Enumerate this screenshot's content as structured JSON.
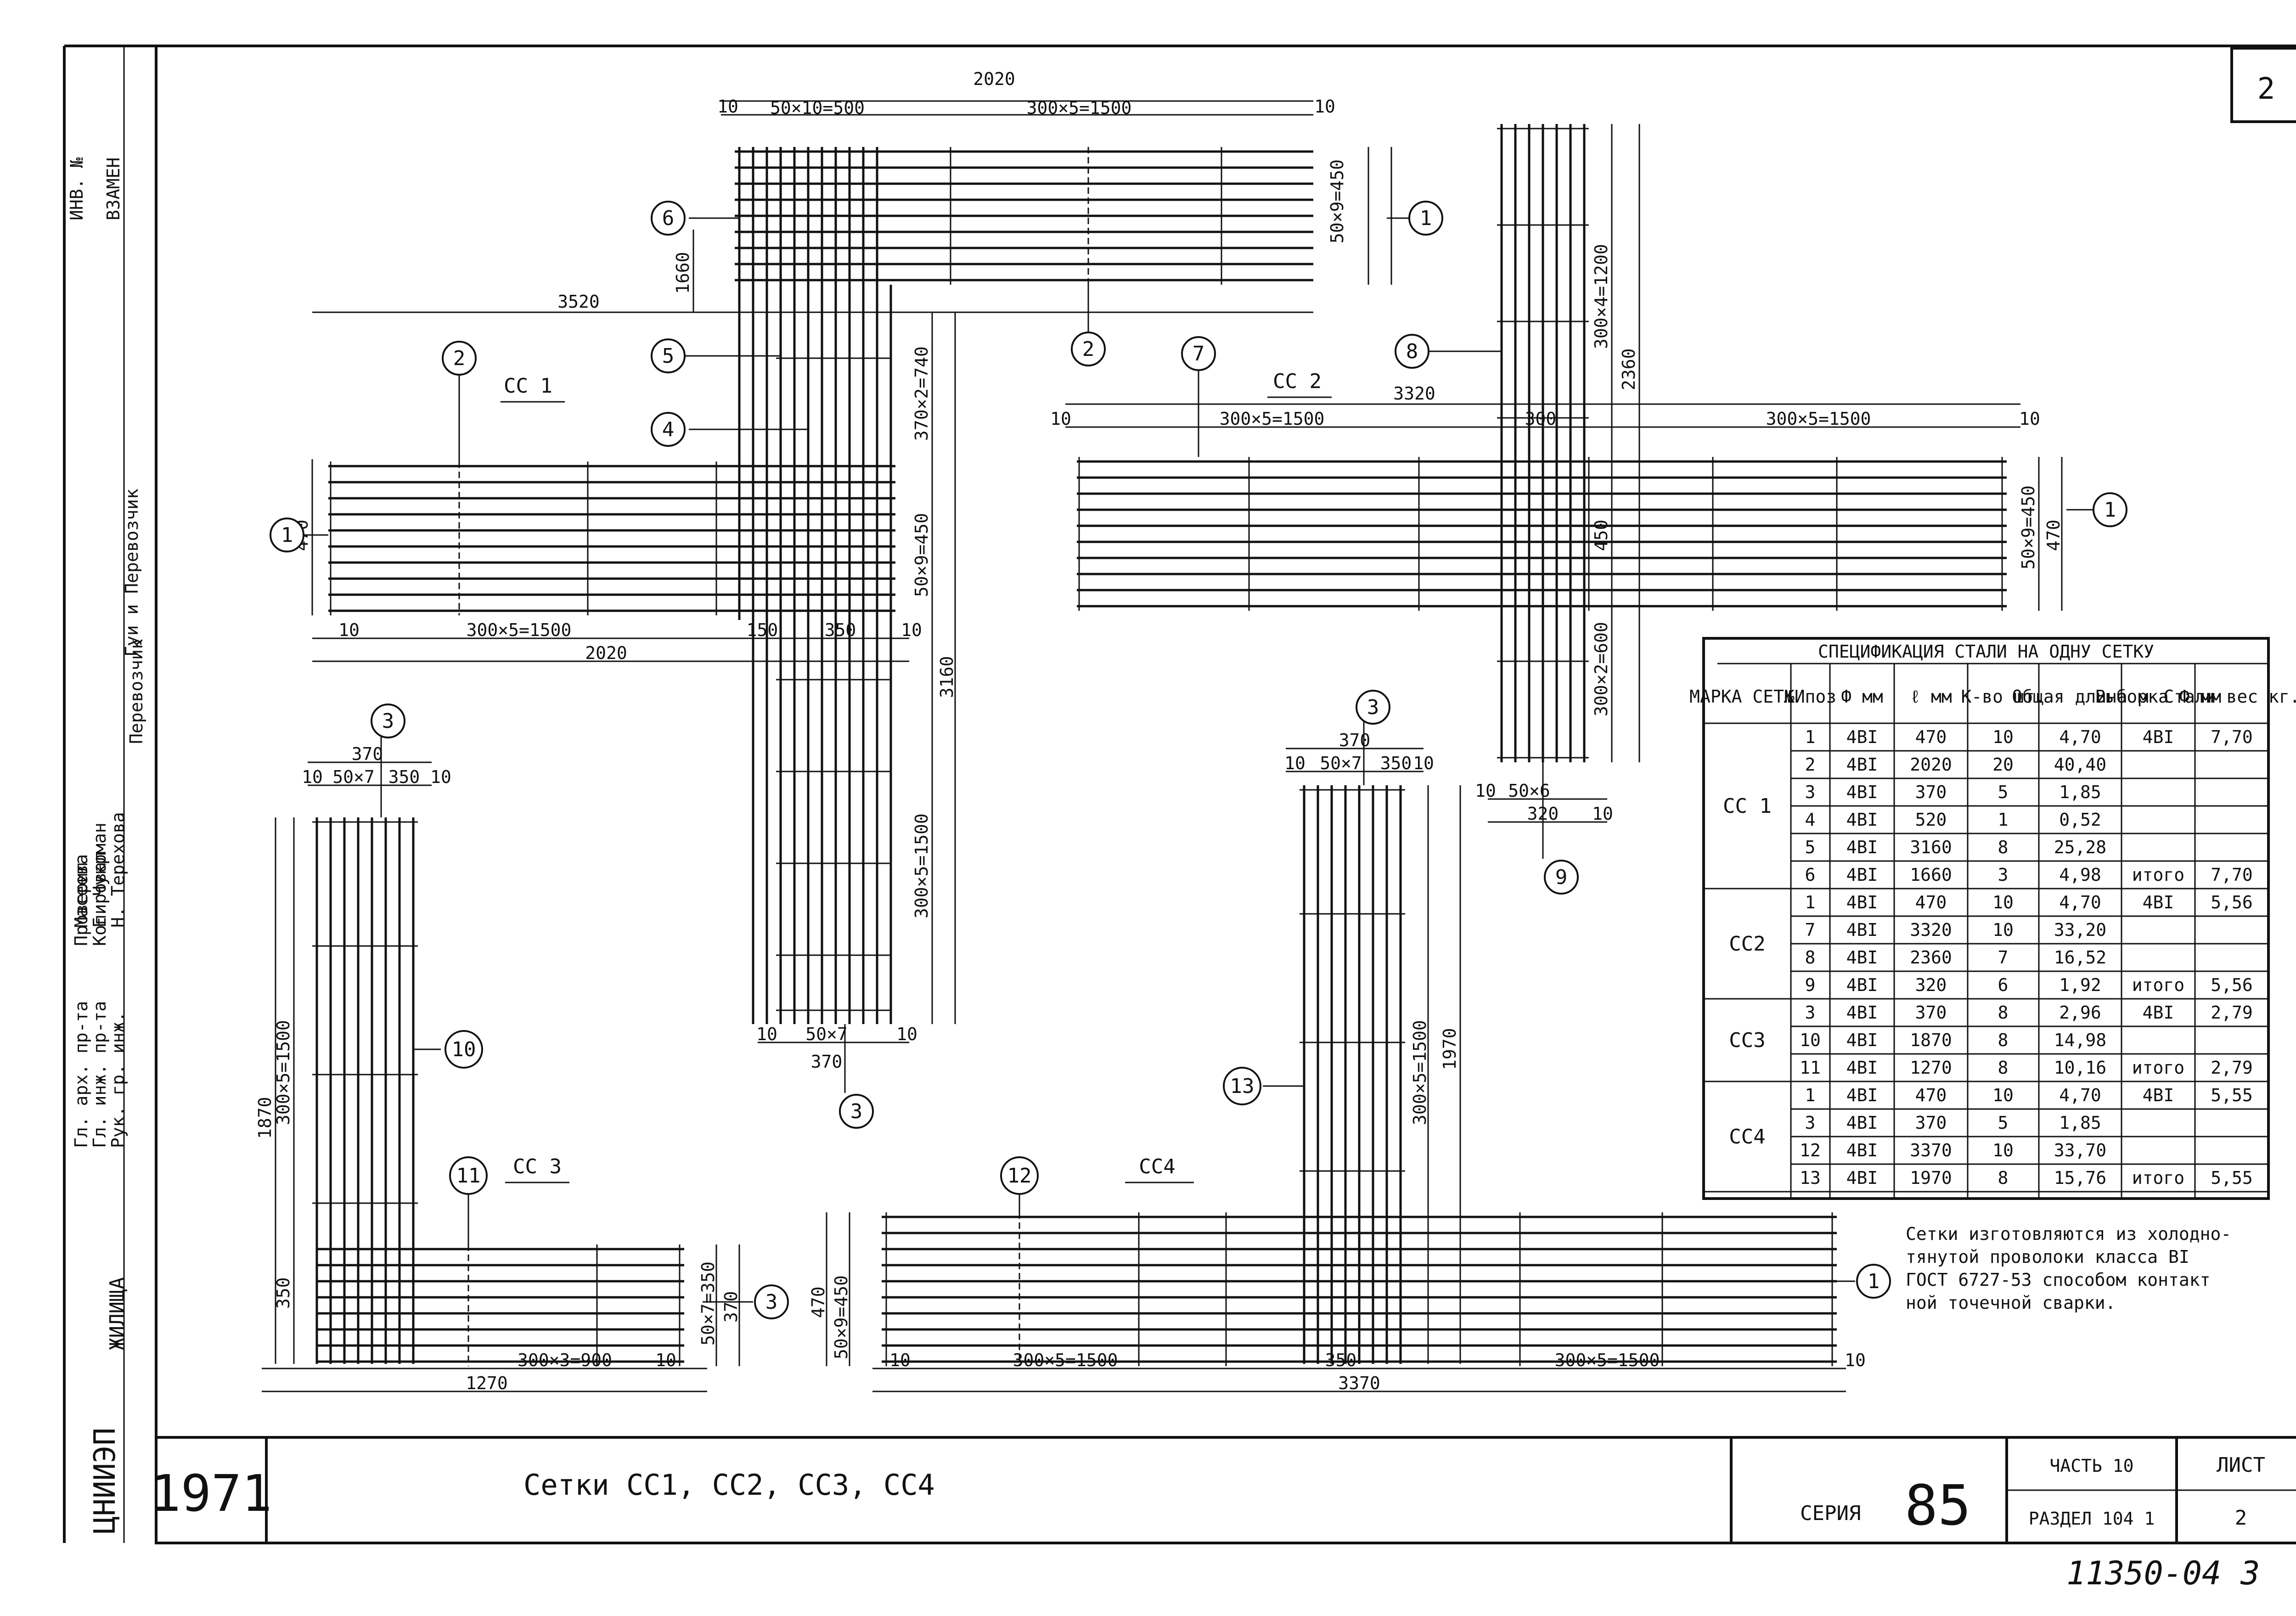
{
  "sheet_number": "2",
  "stamp_year": "1971",
  "stamp_org": "ЦНИИЭП",
  "stamp_org_sub": "ЖИЛИЩА",
  "drawing_title": "Сетки СС1, СС2, СС3, СС4",
  "series_label": "СЕРИЯ",
  "series_number": "85",
  "part_label": "ЧАСТЬ 10",
  "section_label": "РАЗДЕЛ 104 1",
  "sheet_label": "ЛИСТ",
  "sheet_value": "2",
  "archive_number": "11350-04 3",
  "left_strip": {
    "inv_label": "ИНВ. №",
    "replace_label": "ВЗАМЕН",
    "roles": [
      "Гл. арх. пр-та",
      "Гл. инж. пр-та",
      "Рук. гр. инж.",
      "Проверил",
      "Копировал"
    ],
    "names": [
      "Масеева",
      "Е. Чукрман",
      "Н. Терехова",
      "Перевозчик"
    ],
    "stamp_extra": "Гуи и Перевозчик"
  },
  "meshes": {
    "cc1": {
      "name": "СС 1",
      "dims": [
        "2020",
        "50×10=500",
        "300×5=1500",
        "3520",
        "1660",
        "470",
        "50×9=450",
        "370×2=740",
        "50×9=450",
        "3160",
        "300×5=1500",
        "300×5=1500",
        "2020",
        "150",
        "350",
        "50×7",
        "370"
      ]
    },
    "cc2": {
      "name": "СС 2",
      "dims": [
        "3320",
        "300×5=1500",
        "300",
        "300×5=1500",
        "300×4=1200",
        "2360",
        "450",
        "300×2=600",
        "50×9=450",
        "470",
        "50×6",
        "320"
      ]
    },
    "cc3": {
      "name": "СС 3",
      "dims": [
        "370",
        "50×7",
        "350",
        "300×5=1500",
        "1870",
        "350",
        "300×3=900",
        "1270",
        "50×7=350",
        "370"
      ]
    },
    "cc4": {
      "name": "СС4",
      "dims": [
        "370",
        "50×7",
        "350",
        "300×5=1500",
        "1970",
        "50×9=450",
        "470",
        "300×5=1500",
        "350",
        "300×5=1500",
        "3370"
      ]
    }
  },
  "small_ten": "10",
  "positions": [
    "1",
    "2",
    "3",
    "4",
    "5",
    "6",
    "7",
    "8",
    "9",
    "10",
    "11",
    "12",
    "13"
  ],
  "spec_table": {
    "title": "СПЕЦИФИКАЦИЯ СТАЛИ НА ОДНУ СЕТКУ",
    "headers": [
      "МАРКА СЕТКИ",
      "№ поз",
      "Ф мм",
      "ℓ мм",
      "К-во шт.",
      "Общая длина м",
      "Выборка Ф мм",
      "Стали вес кг."
    ],
    "groups": [
      {
        "mark": "СС 1",
        "rows": [
          [
            "1",
            "4ВI",
            "470",
            "10",
            "4,70",
            "4ВI",
            "7,70"
          ],
          [
            "2",
            "4ВI",
            "2020",
            "20",
            "40,40",
            "",
            ""
          ],
          [
            "3",
            "4ВI",
            "370",
            "5",
            "1,85",
            "",
            ""
          ],
          [
            "4",
            "4ВI",
            "520",
            "1",
            "0,52",
            "",
            ""
          ],
          [
            "5",
            "4ВI",
            "3160",
            "8",
            "25,28",
            "",
            ""
          ],
          [
            "6",
            "4ВI",
            "1660",
            "3",
            "4,98",
            "итого",
            "7,70"
          ]
        ]
      },
      {
        "mark": "СС2",
        "rows": [
          [
            "1",
            "4ВI",
            "470",
            "10",
            "4,70",
            "4ВI",
            "5,56"
          ],
          [
            "7",
            "4ВI",
            "3320",
            "10",
            "33,20",
            "",
            ""
          ],
          [
            "8",
            "4ВI",
            "2360",
            "7",
            "16,52",
            "",
            ""
          ],
          [
            "9",
            "4ВI",
            "320",
            "6",
            "1,92",
            "итого",
            "5,56"
          ]
        ]
      },
      {
        "mark": "СС3",
        "rows": [
          [
            "3",
            "4ВI",
            "370",
            "8",
            "2,96",
            "4ВI",
            "2,79"
          ],
          [
            "10",
            "4ВI",
            "1870",
            "8",
            "14,98",
            "",
            ""
          ],
          [
            "11",
            "4ВI",
            "1270",
            "8",
            "10,16",
            "итого",
            "2,79"
          ]
        ]
      },
      {
        "mark": "СС4",
        "rows": [
          [
            "1",
            "4ВI",
            "470",
            "10",
            "4,70",
            "4ВI",
            "5,55"
          ],
          [
            "3",
            "4ВI",
            "370",
            "5",
            "1,85",
            "",
            ""
          ],
          [
            "12",
            "4ВI",
            "3370",
            "10",
            "33,70",
            "",
            ""
          ],
          [
            "13",
            "4ВI",
            "1970",
            "8",
            "15,76",
            "итого",
            "5,55"
          ]
        ]
      }
    ]
  },
  "note_lines": [
    "Сетки изготовляются из холодно-",
    "тянутой проволоки класса ВI",
    "ГОСТ 6727-53 способом контакт",
    "ной точечной сварки."
  ]
}
